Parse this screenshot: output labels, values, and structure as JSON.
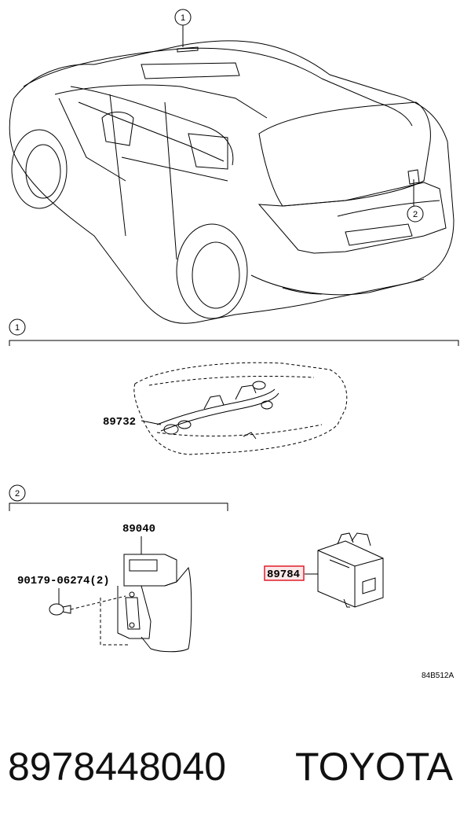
{
  "callouts": {
    "c1_top": "1",
    "c2_car": "2",
    "c1_section": "1",
    "c2_section": "2"
  },
  "parts": {
    "p89732": "89732",
    "p89040": "89040",
    "p90179": "90179-06274(2)",
    "p89784": "89784"
  },
  "highlight_color": "#e11d2a",
  "diagram_code": "84B512A",
  "footer": {
    "part_number": "8978448040",
    "brand": "TOYOTA"
  }
}
